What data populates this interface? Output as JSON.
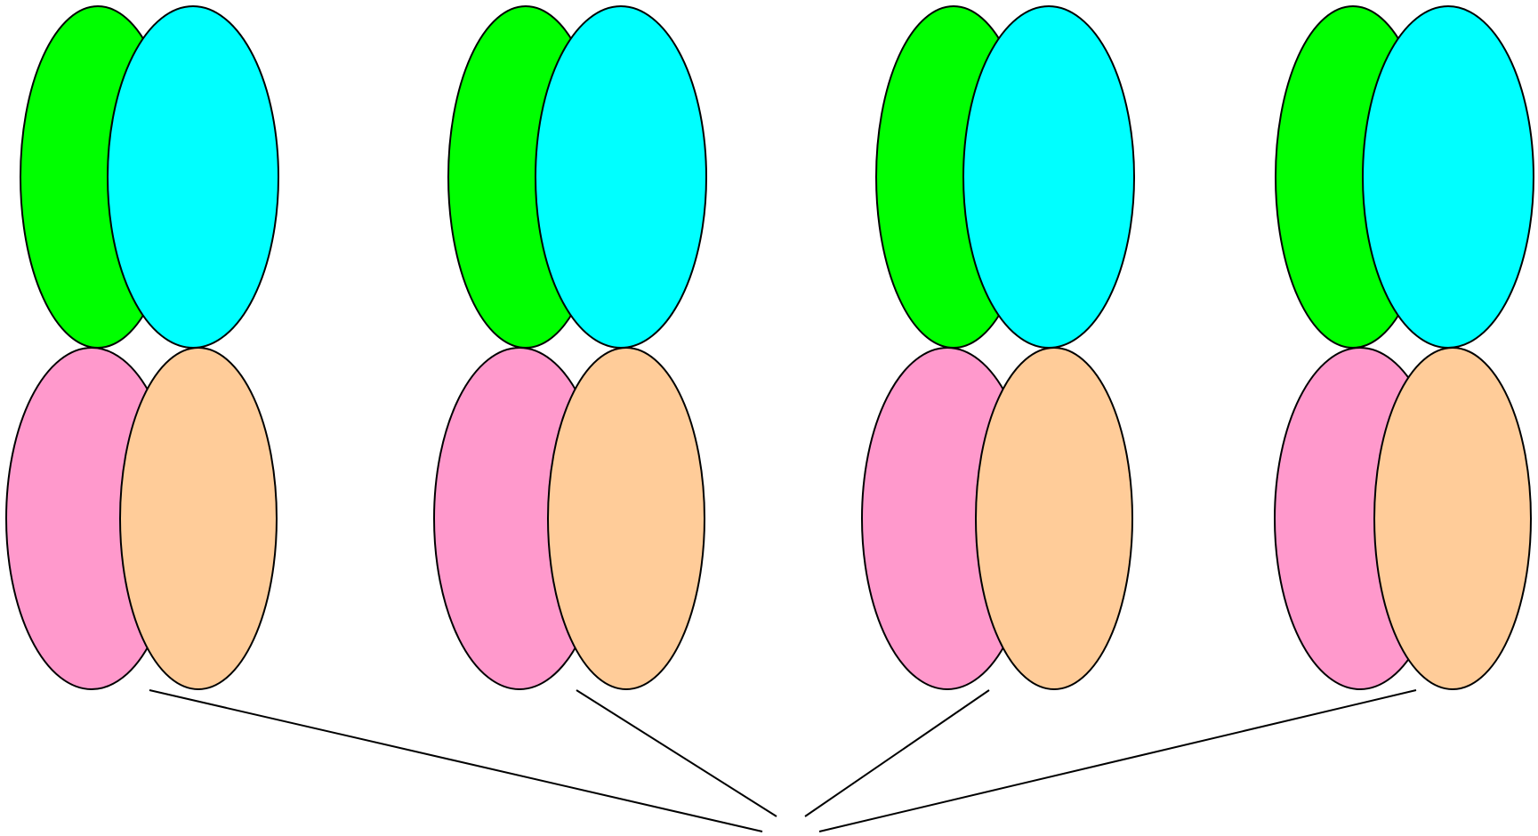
{
  "diagram": {
    "groups": [
      {
        "id": "group-1",
        "ovals": [
          {
            "role": "top-back",
            "color": "#00ff00"
          },
          {
            "role": "top-front",
            "color": "#00ffff"
          },
          {
            "role": "bottom-back",
            "color": "#ff99cc"
          },
          {
            "role": "bottom-front",
            "color": "#ffcc99"
          }
        ]
      },
      {
        "id": "group-2",
        "ovals": [
          {
            "role": "top-back",
            "color": "#00ff00"
          },
          {
            "role": "top-front",
            "color": "#00ffff"
          },
          {
            "role": "bottom-back",
            "color": "#ff99cc"
          },
          {
            "role": "bottom-front",
            "color": "#ffcc99"
          }
        ]
      },
      {
        "id": "group-3",
        "ovals": [
          {
            "role": "top-back",
            "color": "#00ff00"
          },
          {
            "role": "top-front",
            "color": "#00ffff"
          },
          {
            "role": "bottom-back",
            "color": "#ff99cc"
          },
          {
            "role": "bottom-front",
            "color": "#ffcc99"
          }
        ]
      },
      {
        "id": "group-4",
        "ovals": [
          {
            "role": "top-back",
            "color": "#00ff00"
          },
          {
            "role": "top-front",
            "color": "#00ffff"
          },
          {
            "role": "bottom-back",
            "color": "#ff99cc"
          },
          {
            "role": "bottom-front",
            "color": "#ffcc99"
          }
        ]
      }
    ],
    "connectors": [
      {
        "from": "group-1",
        "to": "convergence-point"
      },
      {
        "from": "group-2",
        "to": "convergence-point"
      },
      {
        "from": "group-3",
        "to": "convergence-point"
      },
      {
        "from": "group-4",
        "to": "convergence-point"
      }
    ],
    "stroke_color": "#000000",
    "background_color": "#ffffff"
  }
}
